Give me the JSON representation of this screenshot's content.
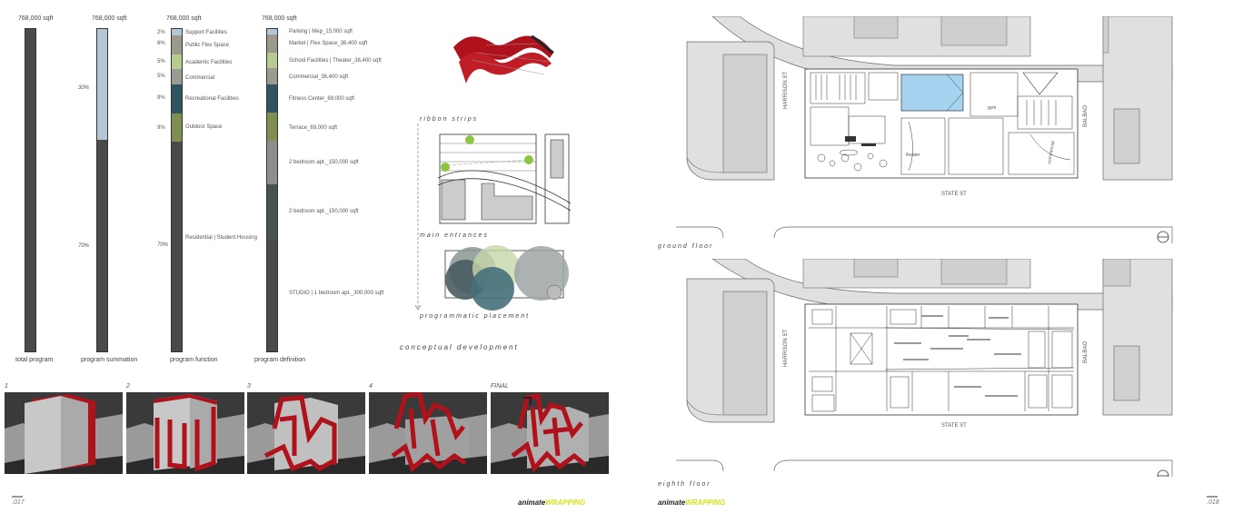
{
  "left_page": {
    "columns": [
      {
        "header": "768,000 sqft",
        "label": "total program"
      },
      {
        "header": "768,000 sqft",
        "label": "program summation",
        "pct_top": "30%",
        "pct_bottom": "70%"
      },
      {
        "header": "768,000 sqft",
        "label": "program function",
        "items": [
          {
            "pct": "2%",
            "name": "Support Facilities",
            "color": "#b5c6d4"
          },
          {
            "pct": "6%",
            "name": "Public Flex Space",
            "color": "#9b9a8a"
          },
          {
            "pct": "5%",
            "name": "Academic Facilities",
            "color": "#b6cc8e"
          },
          {
            "pct": "5%",
            "name": "Commercial",
            "color": "#9a9c94"
          },
          {
            "pct": "9%",
            "name": "Recreational Facilities",
            "color": "#2e5560"
          },
          {
            "pct": "9%",
            "name": "Outdoor Space",
            "color": "#7f8f52"
          },
          {
            "pct": "70%",
            "name": "Residential | Student Housing",
            "color": "#4a4a4a"
          }
        ]
      },
      {
        "header": "768,000 sqft",
        "label": "program definition",
        "items": [
          {
            "name": "Parking | Mep_15,000 sqft",
            "color": "#b5c6d4"
          },
          {
            "name": "Market | Flex Space_38,400 sqft",
            "color": "#9b9a8a"
          },
          {
            "name": "School Facilities | Theater_38,400 sqft",
            "color": "#b6cc8e"
          },
          {
            "name": "Commercial_38,400 sqft",
            "color": "#9a9c94"
          },
          {
            "name": "Fitness Center_69,000 sqft",
            "color": "#2e5560"
          },
          {
            "name": "Terrace_69,000 sqft",
            "color": "#7f8f52"
          },
          {
            "name": "2 bedroom apt._150,000 sqft",
            "color": "#8a8f8c"
          },
          {
            "name": "2 bedroom apt._150,000 sqft",
            "color": "#4a524f"
          },
          {
            "name": "STUDIO | 1 bedroom apt._300,000 sqft",
            "color": "#4a4a4a"
          }
        ]
      }
    ],
    "concept": {
      "ribbon_label": "ribbon strips",
      "entrances_label": "main entrances",
      "placement_label": "programmatic placement",
      "caption": "conceptual development"
    },
    "steps": [
      "1",
      "2",
      "3",
      "4",
      "FINAL"
    ],
    "page_number": ".017",
    "brand": {
      "prefix": "animate",
      "suffix": "WRAPPING"
    }
  },
  "right_page": {
    "plans": [
      {
        "title": "ground floor",
        "street_west": "HARRISON ST",
        "street_east": "BALBAO",
        "street_south": "STATE ST",
        "room_labels": [
          "gym",
          "theater",
          "commercial"
        ]
      },
      {
        "title": "eighth floor",
        "street_west": "HARRISON ST",
        "street_east": "BALBAO",
        "street_south": "STATE ST"
      }
    ],
    "page_number": ".018",
    "brand": {
      "prefix": "animate",
      "suffix": "WRAPPING"
    }
  },
  "colors": {
    "ribbon_red": "#b0121c",
    "massing_grey": "#bdbdbd",
    "accent_yellow": "#d7e31a",
    "pool_blue": "#a6d3f0",
    "green_dot": "#8cc63f"
  }
}
